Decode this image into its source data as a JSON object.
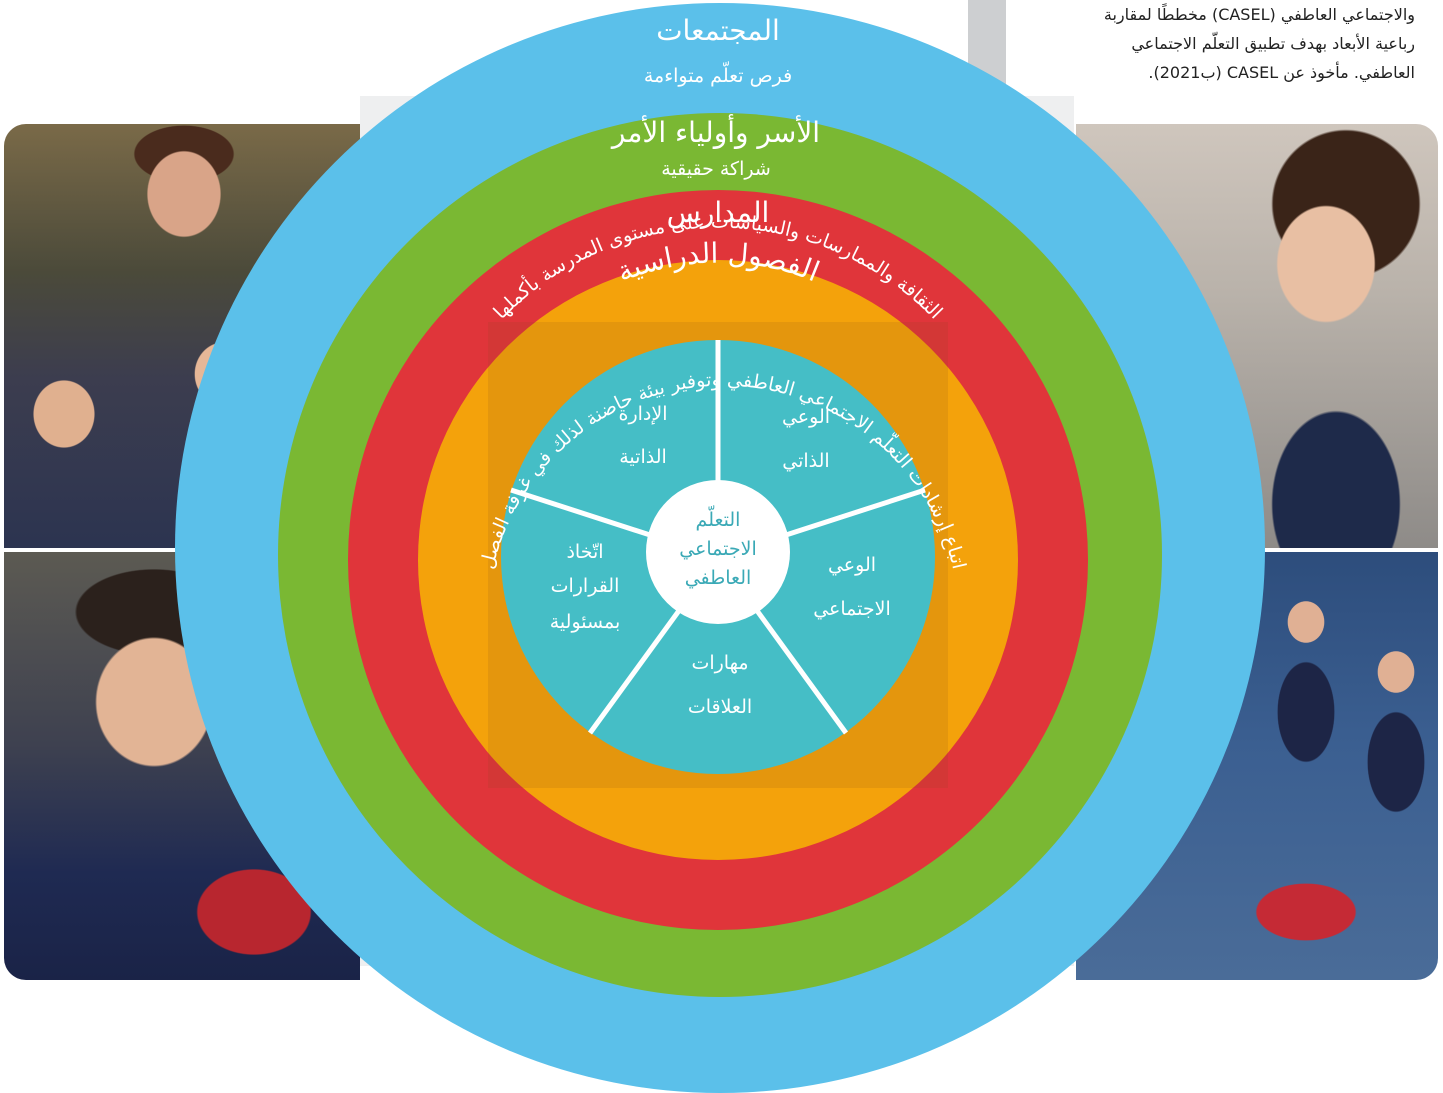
{
  "caption": {
    "line1": "والاجتماعي العاطفي (CASEL) مخططًا لمقاربة",
    "line2": "رباعية الأبعاد بهدف تطبيق التعلّم الاجتماعي",
    "line3": "العاطفي. مأخوذ عن CASEL (ب2021)."
  },
  "rings": {
    "communities": {
      "title": "المجتمعات",
      "subtitle": "فرص تعلّم متواءمة"
    },
    "families": {
      "title": "الأسر وأولياء الأمر",
      "subtitle": "شراكة حقيقية"
    },
    "schools": {
      "title": "المدارس",
      "subtitle": "الثقافة والممارسات والسياسات على مستوى المدرسة بأكملها"
    },
    "classrooms": {
      "title": "الفصول الدراسية",
      "subtitle": "اتباع إرشادات التعلّم الاجتماعي العاطفي وتوفير بيئة حاضنة لذلك في غرفة الفصل"
    }
  },
  "core": {
    "line1": "التعلّم",
    "line2": "الاجتماعي",
    "line3": "العاطفي"
  },
  "competencies": {
    "self_awareness": [
      "الوعي",
      "الذاتي"
    ],
    "self_management": [
      "الإدارة",
      "الذاتية"
    ],
    "social_awareness": [
      "الوعي",
      "الاجتماعي"
    ],
    "relationship_skills": [
      "مهارات",
      "العلاقات"
    ],
    "decision_making": [
      "اتّخاذ",
      "القرارات",
      "بمسئولية"
    ]
  },
  "colors": {
    "communities": "#5bc0ea",
    "families": "#7ab833",
    "schools": "#e0353a",
    "classrooms": "#f4a20b",
    "core": "#45bec6"
  }
}
